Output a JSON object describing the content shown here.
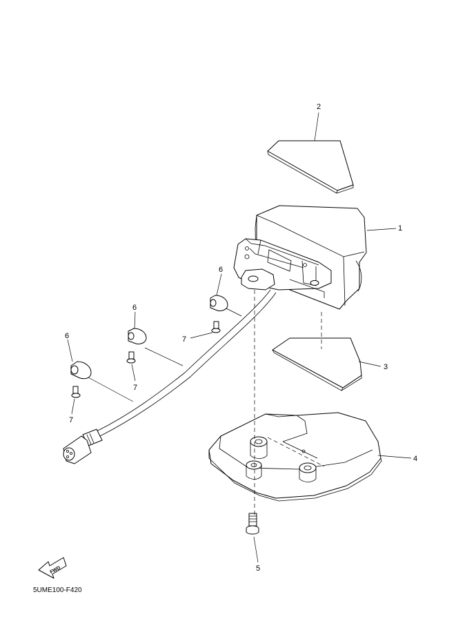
{
  "callouts": {
    "part_1": "1",
    "part_2": "2",
    "part_3": "3",
    "part_4": "4",
    "part_5": "5",
    "clip_a": "6",
    "clip_b": "6",
    "clip_c": "6",
    "screw_a": "7",
    "screw_b": "7",
    "screw_c": "7"
  },
  "fwd_label": "FWD",
  "diagram_code": "5UME100-F420"
}
